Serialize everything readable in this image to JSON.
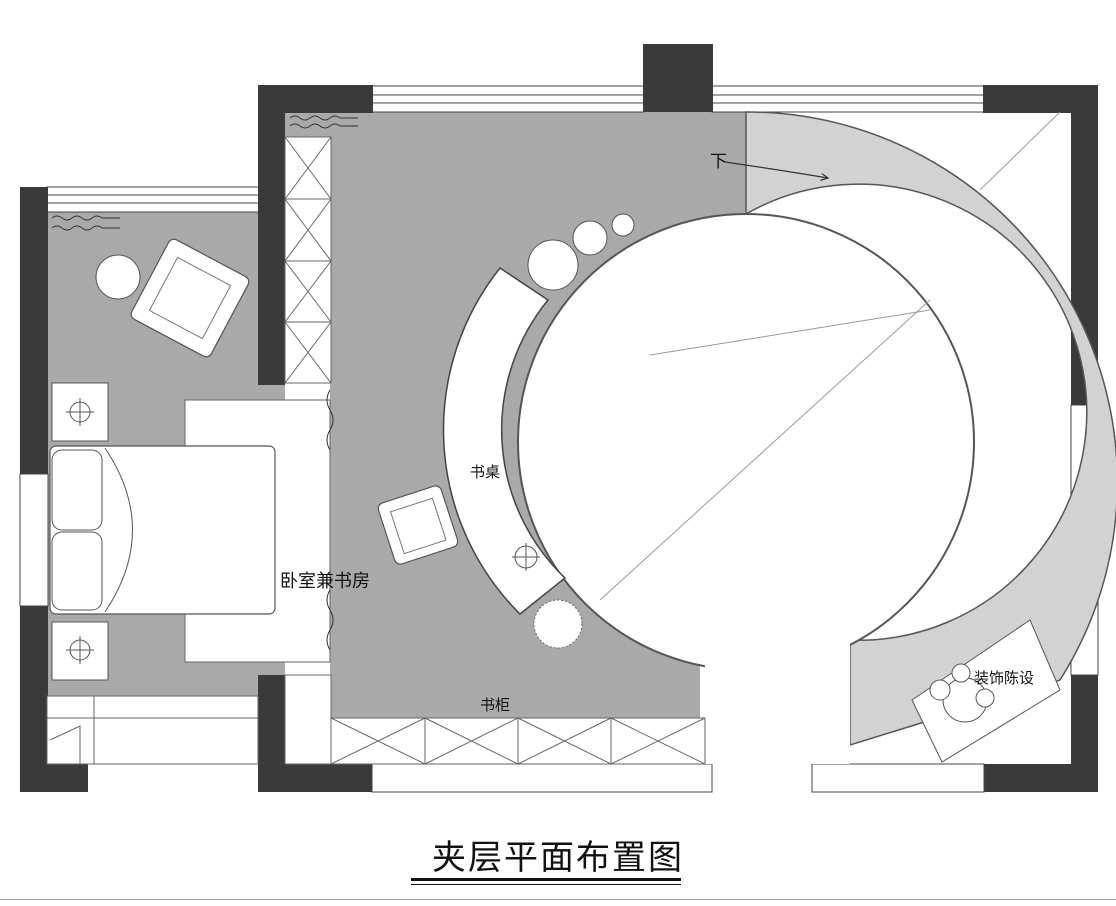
{
  "labels": {
    "room": "卧室兼书房",
    "desk": "书桌",
    "cabinet": "书柜",
    "decor": "装饰陈设",
    "stair_down": "下"
  },
  "title": "夹层平面布置图",
  "colors": {
    "wall": "#3a3a3a",
    "floor": "#a9a9a9",
    "stair": "#d2d2d2",
    "furniture": "#ffffff"
  }
}
